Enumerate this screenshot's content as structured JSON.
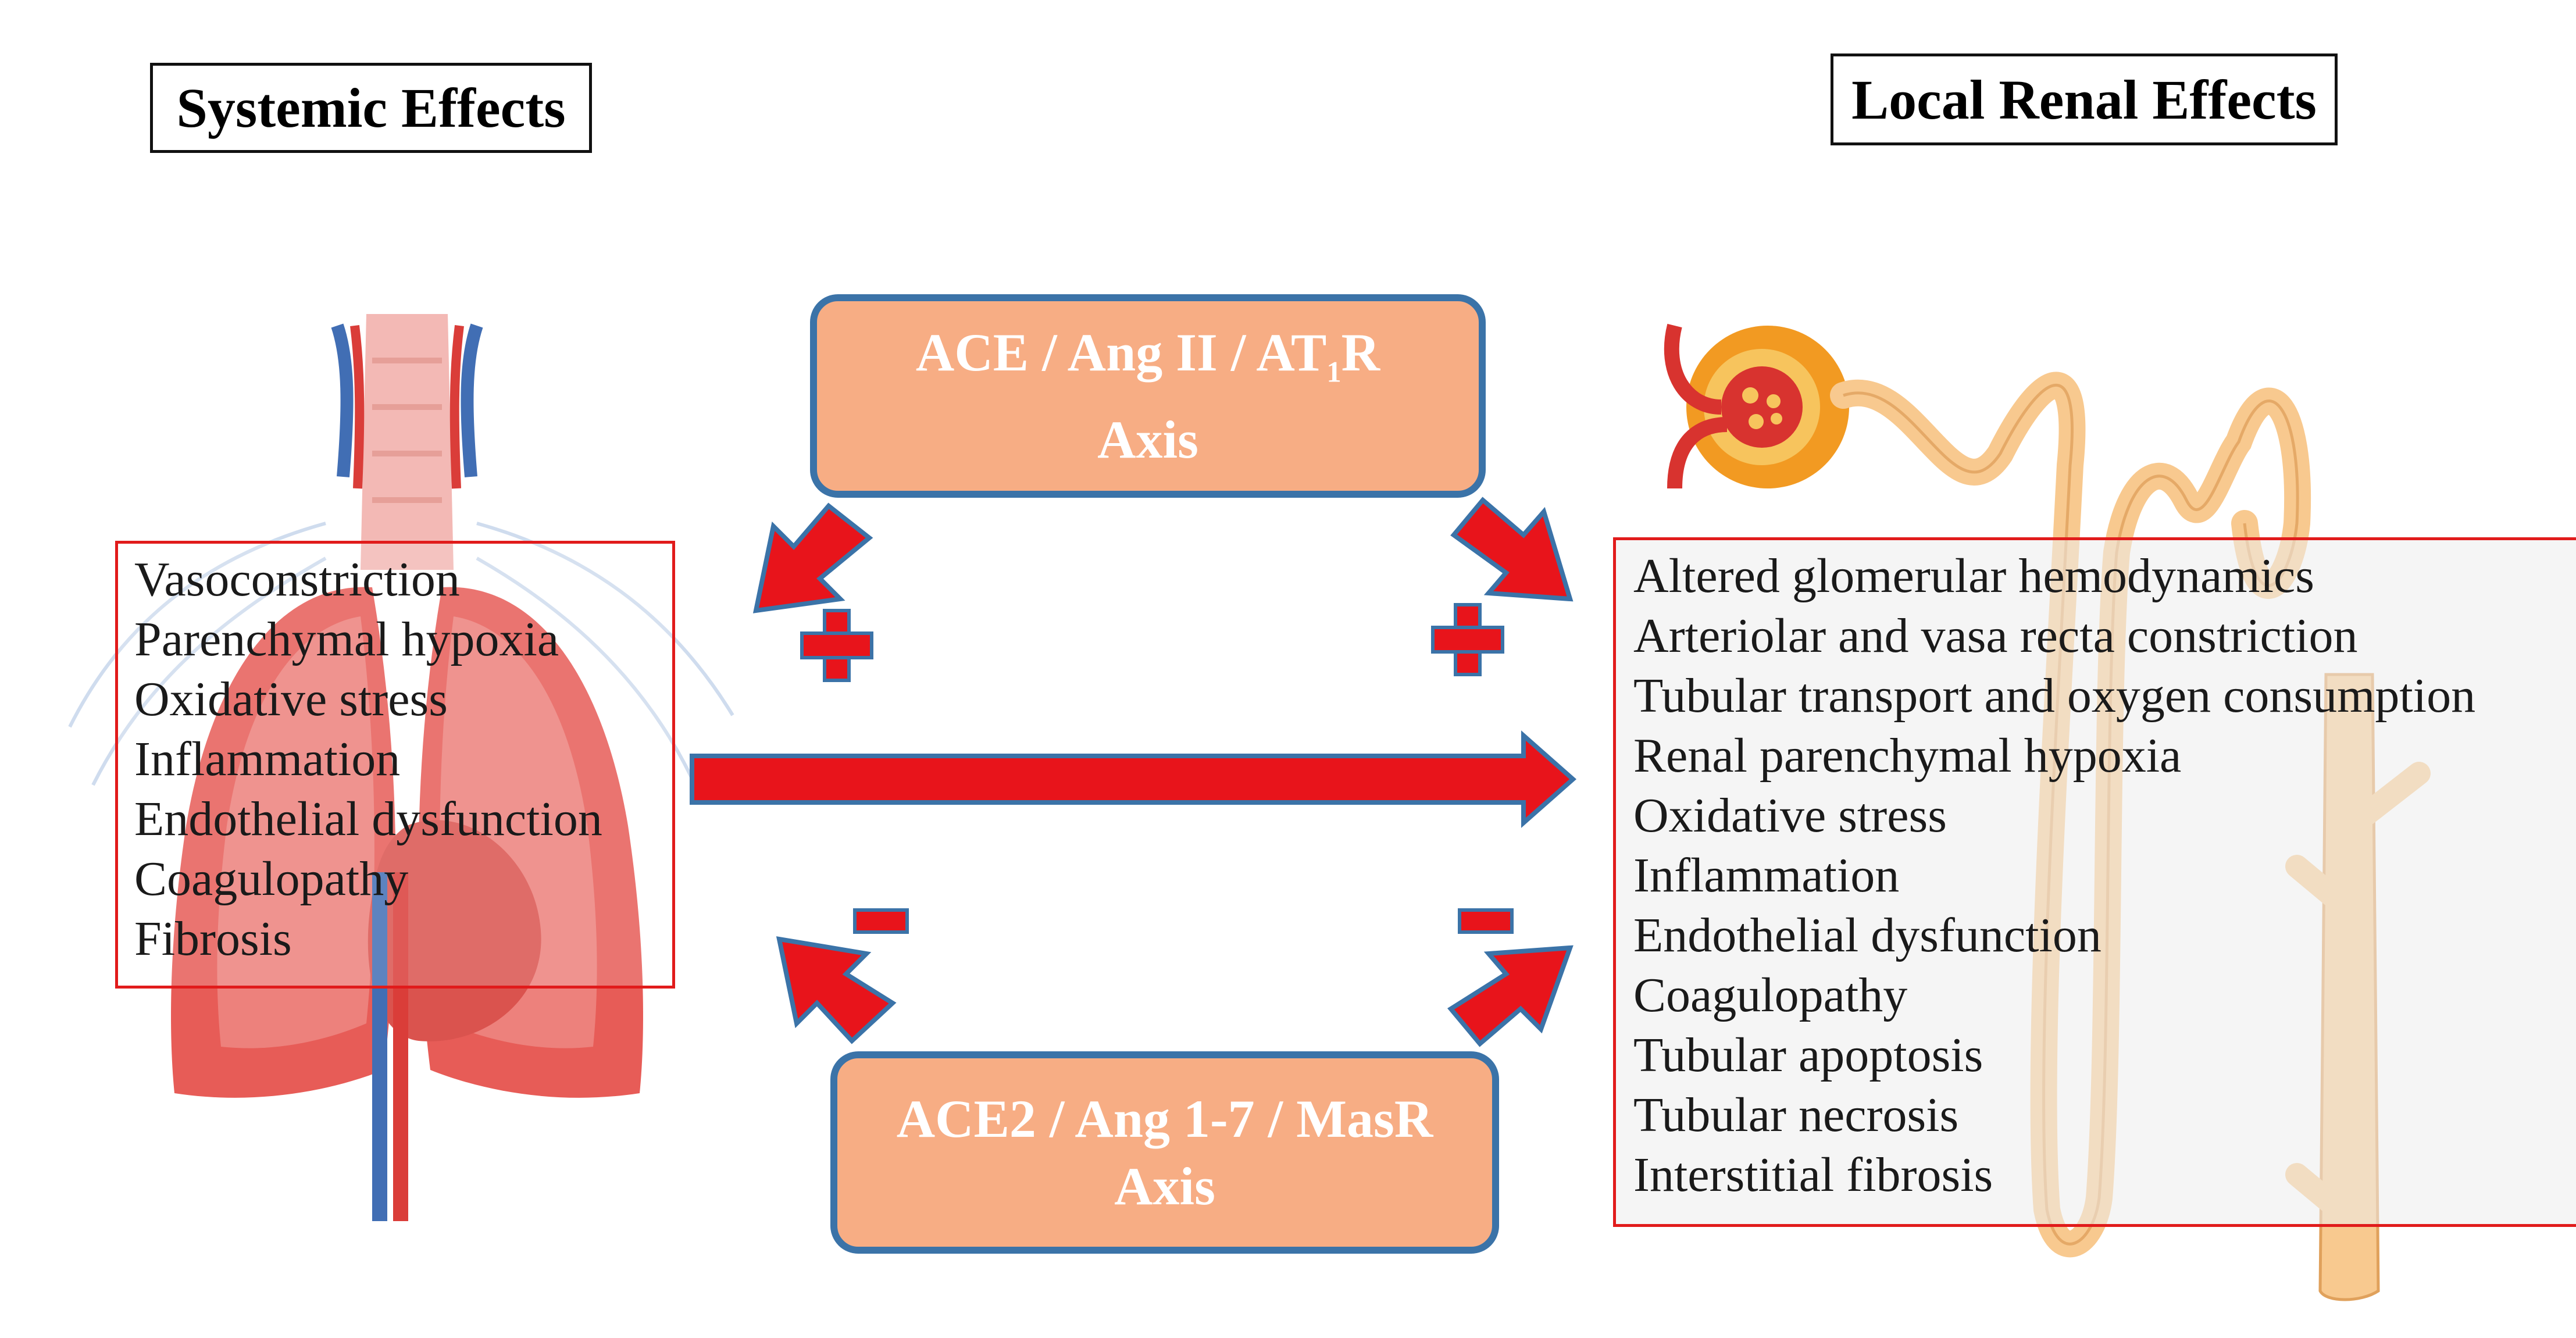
{
  "titles": {
    "systemic": "Systemic Effects",
    "renal": "Local Renal Effects"
  },
  "axes": {
    "ace_axis_line1_pre": "ACE / Ang II / AT",
    "ace_axis_line1_sub": "1",
    "ace_axis_line1_post": "R",
    "ace_axis_line2": "Axis",
    "ace2_axis_line1": "ACE2 / Ang 1-7 / MasR",
    "ace2_axis_line2": "Axis"
  },
  "signs": {
    "plus": "+",
    "minus": "-"
  },
  "systemic_effects": [
    "Vasoconstriction",
    "Parenchymal hypoxia",
    "Oxidative stress",
    "Inflammation",
    "Endothelial dysfunction",
    "Coagulopathy",
    "Fibrosis"
  ],
  "renal_effects": [
    "Altered glomerular hemodynamics",
    "Arteriolar and vasa recta constriction",
    "Tubular transport and oxygen consumption",
    "Renal parenchymal hypoxia",
    "Oxidative stress",
    "Inflammation",
    "Endothelial dysfunction",
    "Coagulopathy",
    "Tubular apoptosis",
    "Tubular necrosis",
    "Interstitial fibrosis"
  ],
  "colors": {
    "arrow_fill": "#e8141b",
    "arrow_outline": "#3b73a8",
    "axis_fill": "#f7ad84",
    "effects_border": "#e11b1b",
    "nephron": "#f8c98f"
  }
}
